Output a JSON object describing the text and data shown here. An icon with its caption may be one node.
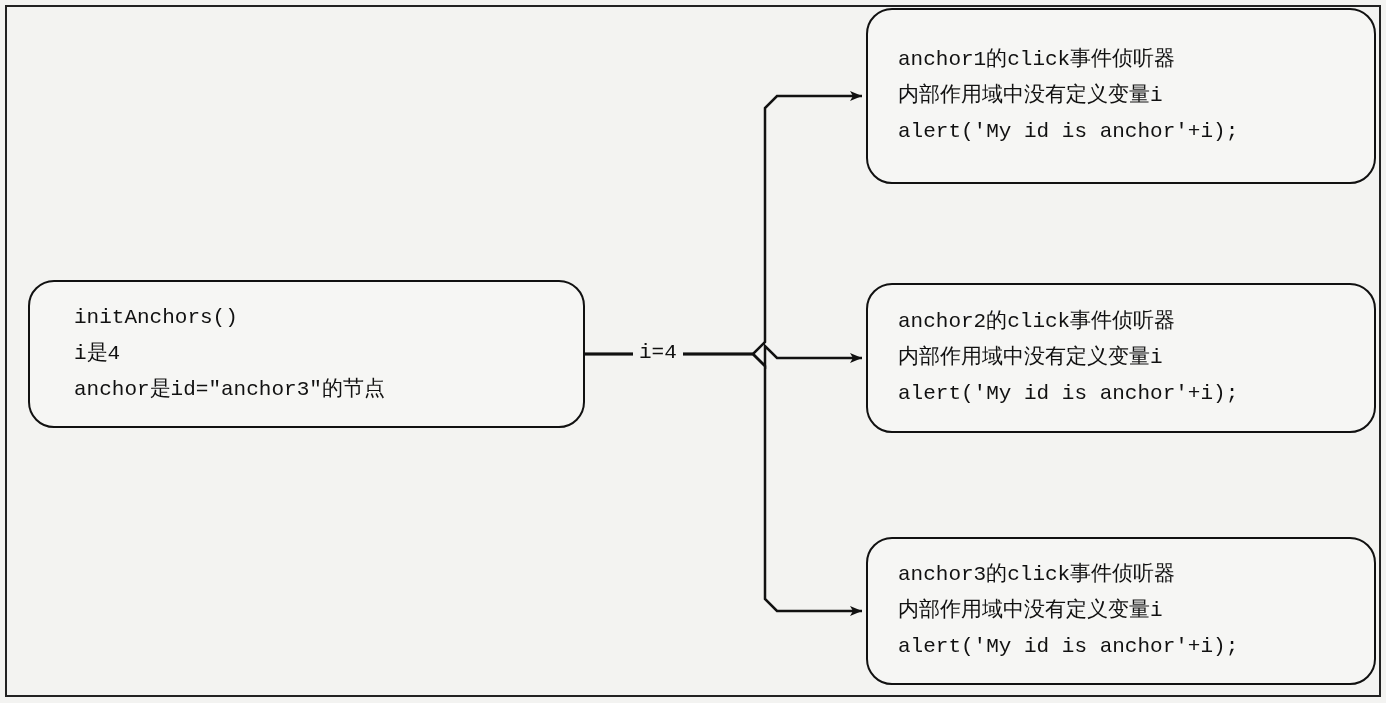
{
  "diagram": {
    "nodes": [
      {
        "text": [
          "initAnchors()",
          "i是4",
          "anchor是id=\"anchor3\"的节点"
        ]
      },
      {
        "text": [
          "anchor1的click事件侦听器",
          "内部作用域中没有定义变量i",
          "alert('My id is anchor'+i);"
        ]
      },
      {
        "text": [
          "anchor2的click事件侦听器",
          "内部作用域中没有定义变量i",
          "alert('My id is anchor'+i);"
        ]
      },
      {
        "text": [
          "anchor3的click事件侦听器",
          "内部作用域中没有定义变量i",
          "alert('My id is anchor'+i);"
        ]
      }
    ],
    "edges": [
      {
        "from": 0,
        "to": 1,
        "arrow": "to"
      },
      {
        "from": 0,
        "to": 2,
        "arrow": "to",
        "label": "i=4"
      },
      {
        "from": 0,
        "to": 3,
        "arrow": "to"
      }
    ]
  }
}
